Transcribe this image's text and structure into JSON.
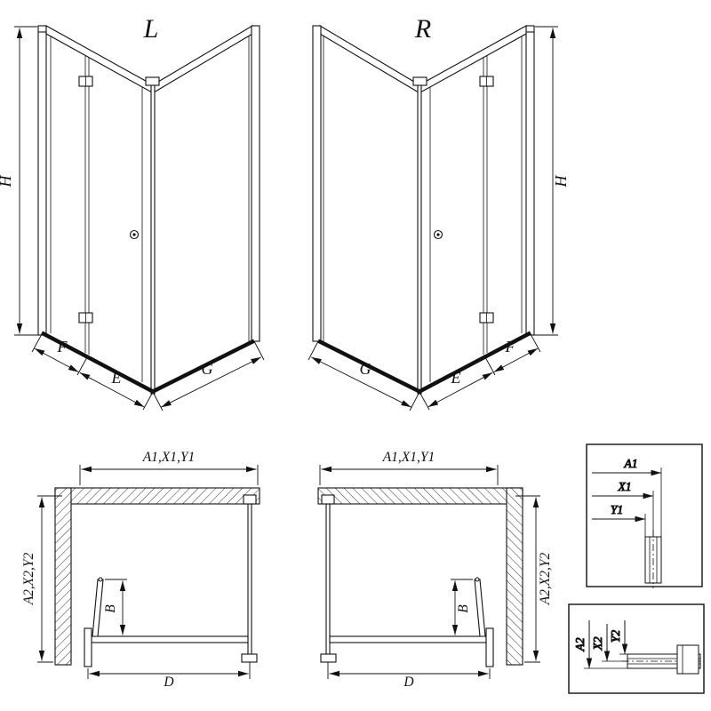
{
  "drawing": {
    "type": "shower-enclosure-technical-drawing",
    "colors": {
      "line": "#111111",
      "background": "#ffffff"
    },
    "views": {
      "l3d": {
        "title": "L",
        "h": "H",
        "f": "F",
        "e": "E",
        "g": "G"
      },
      "r3d": {
        "title": "R",
        "h": "H",
        "f": "F",
        "e": "E",
        "g": "G"
      },
      "lplan": {
        "width": "A1,X1,Y1",
        "depth": "A2,X2,Y2",
        "b": "B",
        "d": "D"
      },
      "rplan": {
        "width": "A1,X1,Y1",
        "depth": "A2,X2,Y2",
        "b": "B",
        "d": "D"
      },
      "detail_top": {
        "a1": "A1",
        "x1": "X1",
        "y1": "Y1"
      },
      "detail_bottom": {
        "a2": "A2",
        "x2": "X2",
        "y2": "Y2"
      }
    }
  }
}
